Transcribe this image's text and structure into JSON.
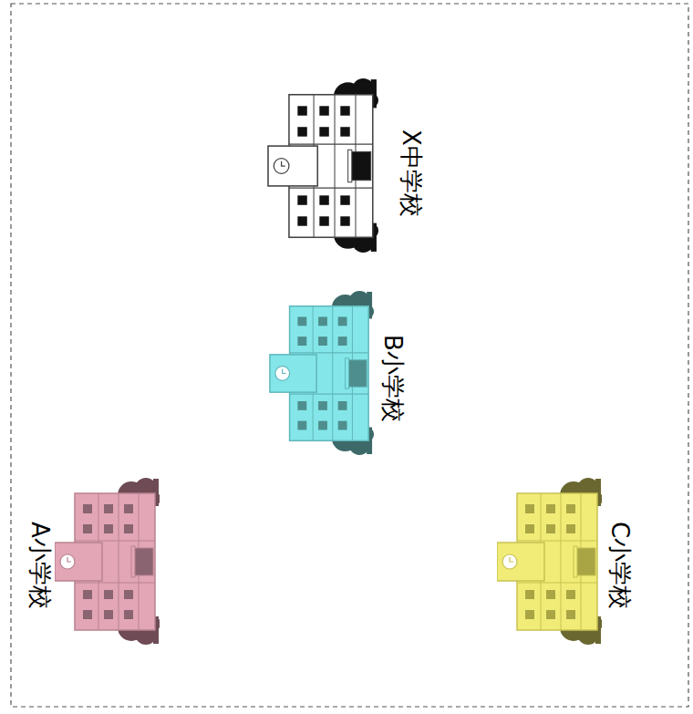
{
  "diagram": {
    "nodes": [
      {
        "text": [
          "X中学校"
        ]
      },
      {
        "text": [
          "B小学校"
        ]
      },
      {
        "text": [
          "A小学校"
        ]
      },
      {
        "text": [
          "C小学校"
        ]
      }
    ]
  }
}
